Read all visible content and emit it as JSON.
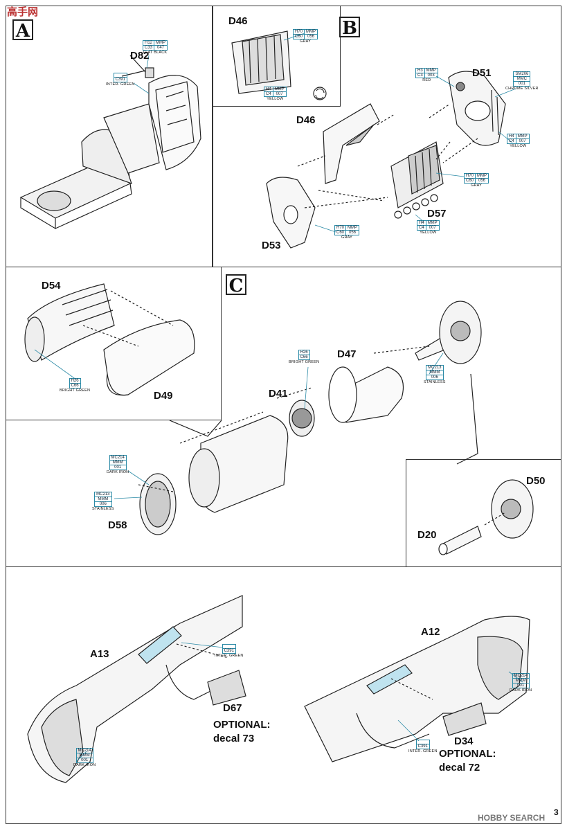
{
  "watermark_top": "高手网",
  "watermark_bottom": "HOBBY SEARCH",
  "page_number": "3",
  "steps": {
    "a": "A",
    "b": "B",
    "c": "C"
  },
  "parts": {
    "d82": "D82",
    "d46_top": "D46",
    "d46": "D46",
    "d51": "D51",
    "d53": "D53",
    "d57": "D57",
    "d54": "D54",
    "d49": "D49",
    "d47": "D47",
    "d41": "D41",
    "d58": "D58",
    "d50": "D50",
    "d20": "D20",
    "a13": "A13",
    "a12": "A12",
    "d67": "D67",
    "d34": "D34"
  },
  "colors": {
    "h12": {
      "a": "H12",
      "b": "MMP",
      "c": "C33",
      "d": "047",
      "name": "FLAT BLACK"
    },
    "c391_a": {
      "a": "C391",
      "name": "INTER. GREEN"
    },
    "h70_top": {
      "a": "H70",
      "b": "MMP",
      "c": "C60",
      "d": "056",
      "name": "GRAY"
    },
    "h4_top": {
      "a": "H4",
      "b": "MMP",
      "c": "C4",
      "d": "007",
      "name": "YELLOW"
    },
    "h3": {
      "a": "H3",
      "b": "MMP",
      "c": "C3",
      "d": "003",
      "name": "RED"
    },
    "sm206": {
      "a": "SM206",
      "b": "MMC",
      "c": "001",
      "name": "CHROME SILVER"
    },
    "h4_mid": {
      "a": "H4",
      "b": "MMP",
      "c": "C4",
      "d": "007",
      "name": "YELLOW"
    },
    "h70_mid": {
      "a": "H70",
      "b": "MMP",
      "c": "C60",
      "d": "056",
      "name": "GRAY"
    },
    "h4_low": {
      "a": "H4",
      "b": "MMP",
      "c": "C4",
      "d": "007",
      "name": "YELLOW"
    },
    "h70_low": {
      "a": "H70",
      "b": "MMP",
      "c": "C60",
      "d": "056",
      "name": "GRAY"
    },
    "h26_a": {
      "a": "H26",
      "b": "C66",
      "name": "BRIGHT GREEN"
    },
    "h26_b": {
      "a": "H26",
      "b": "C66",
      "name": "BRIGHT GREEN"
    },
    "mc213_a": {
      "a": "MC213",
      "b": "MMM",
      "c": "006",
      "name": "STAINLESS"
    },
    "mc214_a": {
      "a": "MC214",
      "b": "MMM",
      "c": "001",
      "name": "DARK IRON"
    },
    "mc213_b": {
      "a": "MC213",
      "b": "MMM",
      "c": "006",
      "name": "STAINLESS"
    },
    "c391_b": {
      "a": "C391",
      "name": "INTER. GREEN"
    },
    "mc214_b": {
      "a": "MC214",
      "b": "MMM",
      "c": "001",
      "name": "DARK IRON"
    },
    "mc214_c": {
      "a": "MC214",
      "b": "MMM",
      "c": "001",
      "name": "DARK IRON"
    },
    "c391_c": {
      "a": "C391",
      "name": "INTER. GREEN"
    }
  },
  "notes": {
    "optional_1": "OPTIONAL:",
    "decal_73": "decal 73",
    "optional_2": "OPTIONAL:",
    "decal_72": "decal 72"
  }
}
